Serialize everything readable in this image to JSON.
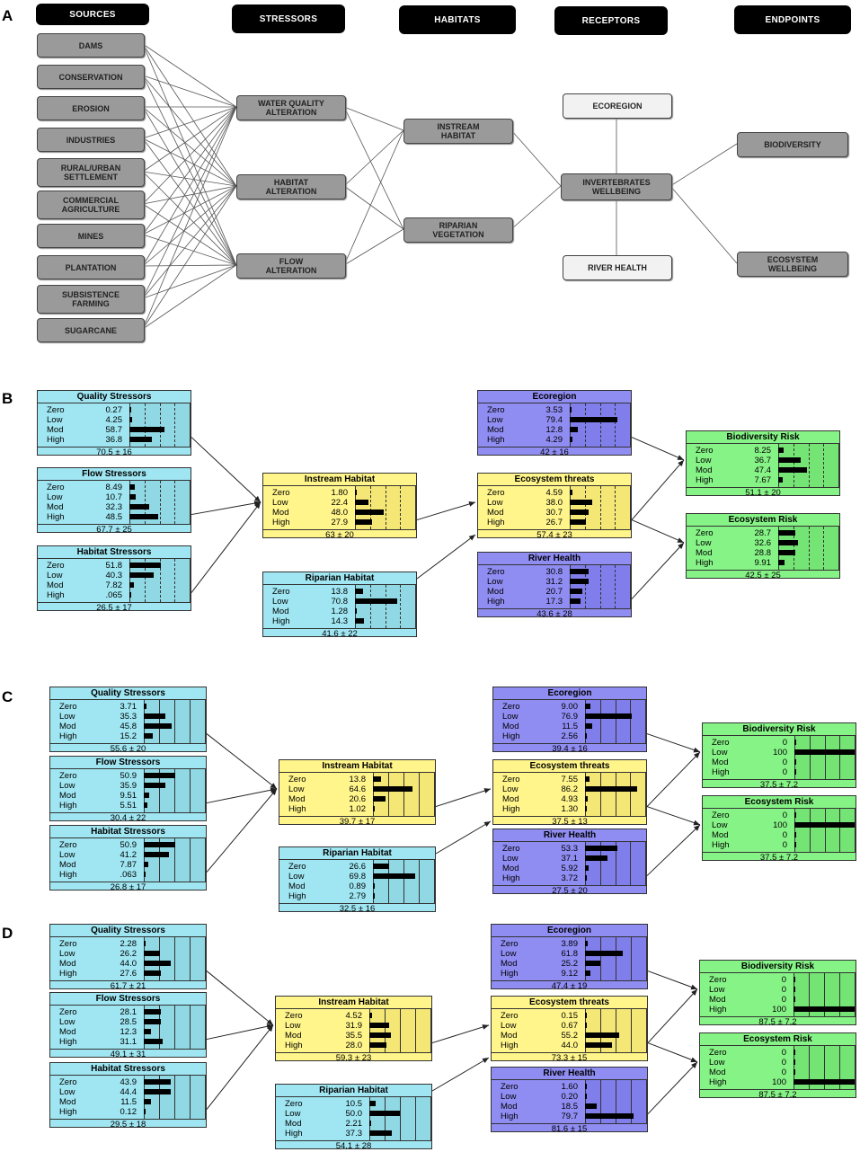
{
  "colors": {
    "cyan": "#9fe6f2",
    "yellow": "#fff58a",
    "purple": "#8f8cf2",
    "green": "#86f386",
    "cyan_shade": "#7ec7d1",
    "yellow_shade": "#e6d85a",
    "purple_shade": "#6f6ce0",
    "green_shade": "#5fd35f"
  },
  "panelA": {
    "letter": "A",
    "headers": {
      "sources": "SOURCES",
      "stressors": "STRESSORS",
      "habitats": "HABITATS",
      "receptors": "RECEPTORS",
      "endpoints": "ENDPOINTS"
    },
    "sources": [
      "DAMS",
      "CONSERVATION",
      "EROSION",
      "INDUSTRIES",
      "RURAL/URBAN SETTLEMENT",
      "COMMERCIAL AGRICULTURE",
      "MINES",
      "PLANTATION",
      "SUBSISTENCE FARMING",
      "SUGARCANE"
    ],
    "stressors": [
      "WATER QUALITY ALTERATION",
      "HABITAT ALTERATION",
      "FLOW ALTERATION"
    ],
    "habitats": [
      "INSTREAM HABITAT",
      "RIPARIAN VEGETATION"
    ],
    "receptors": [
      "ECOREGION",
      "INVERTEBRATES WELLBEING",
      "RIVER HEALTH"
    ],
    "endpoints": [
      "BIODIVERSITY",
      "ECOSYSTEM WELLBEING"
    ]
  },
  "states": [
    "Zero",
    "Low",
    "Mod",
    "High"
  ],
  "panels": [
    {
      "letter": "B",
      "nodes": [
        {
          "id": "qs",
          "title": "Quality Stressors",
          "vals": [
            "0.27",
            "4.25",
            "58.7",
            "36.8"
          ],
          "pct": [
            0.27,
            4.25,
            58.7,
            36.8
          ],
          "footer": "70.5 ± 16"
        },
        {
          "id": "fs",
          "title": "Flow Stressors",
          "vals": [
            "8.49",
            "10.7",
            "32.3",
            "48.5"
          ],
          "pct": [
            8.49,
            10.7,
            32.3,
            48.5
          ],
          "footer": "67.7 ± 25"
        },
        {
          "id": "hs",
          "title": "Habitat Stressors",
          "vals": [
            "51.8",
            "40.3",
            "7.82",
            ".065"
          ],
          "pct": [
            51.8,
            40.3,
            7.82,
            0.065
          ],
          "footer": "26.5 ± 17"
        },
        {
          "id": "ih",
          "title": "Instream Habitat",
          "vals": [
            "1.80",
            "22.4",
            "48.0",
            "27.9"
          ],
          "pct": [
            1.8,
            22.4,
            48.0,
            27.9
          ],
          "footer": "63 ± 20"
        },
        {
          "id": "rh",
          "title": "Riparian Habitat",
          "vals": [
            "13.8",
            "70.8",
            "1.28",
            "14.3"
          ],
          "pct": [
            13.8,
            70.8,
            1.28,
            14.3
          ],
          "footer": "41.6 ± 22"
        },
        {
          "id": "eco",
          "title": "Ecoregion",
          "vals": [
            "3.53",
            "79.4",
            "12.8",
            "4.29"
          ],
          "pct": [
            3.53,
            79.4,
            12.8,
            4.29
          ],
          "footer": "42 ± 16"
        },
        {
          "id": "et",
          "title": "Ecosystem threats",
          "vals": [
            "4.59",
            "38.0",
            "30.7",
            "26.7"
          ],
          "pct": [
            4.59,
            38.0,
            30.7,
            26.7
          ],
          "footer": "57.4 ± 23"
        },
        {
          "id": "rv",
          "title": "River Health",
          "vals": [
            "30.8",
            "31.2",
            "20.7",
            "17.3"
          ],
          "pct": [
            30.8,
            31.2,
            20.7,
            17.3
          ],
          "footer": "43.6 ± 28"
        },
        {
          "id": "br",
          "title": "Biodiversity Risk",
          "vals": [
            "8.25",
            "36.7",
            "47.4",
            "7.67"
          ],
          "pct": [
            8.25,
            36.7,
            47.4,
            7.67
          ],
          "footer": "51.1 ± 20"
        },
        {
          "id": "er",
          "title": "Ecosystem Risk",
          "vals": [
            "28.7",
            "32.6",
            "28.8",
            "9.91"
          ],
          "pct": [
            28.7,
            32.6,
            28.8,
            9.91
          ],
          "footer": "42.5 ± 25"
        }
      ]
    },
    {
      "letter": "C",
      "nodes": [
        {
          "id": "qs",
          "title": "Quality Stressors",
          "vals": [
            "3.71",
            "35.3",
            "45.8",
            "15.2"
          ],
          "pct": [
            3.71,
            35.3,
            45.8,
            15.2
          ],
          "footer": "55.6 ± 20"
        },
        {
          "id": "fs",
          "title": "Flow Stressors",
          "vals": [
            "50.9",
            "35.9",
            "9.51",
            "5.51"
          ],
          "pct": [
            50.9,
            35.9,
            9.51,
            5.51
          ],
          "footer": "30.4 ± 22"
        },
        {
          "id": "hs",
          "title": "Habitat Stressors",
          "vals": [
            "50.9",
            "41.2",
            "7.87",
            ".063"
          ],
          "pct": [
            50.9,
            41.2,
            7.87,
            0.063
          ],
          "footer": "26.8 ± 17"
        },
        {
          "id": "ih",
          "title": "Instream Habitat",
          "vals": [
            "13.8",
            "64.6",
            "20.6",
            "1.02"
          ],
          "pct": [
            13.8,
            64.6,
            20.6,
            1.02
          ],
          "footer": "39.7 ± 17"
        },
        {
          "id": "rh",
          "title": "Riparian Habitat",
          "vals": [
            "26.6",
            "69.8",
            "0.89",
            "2.79"
          ],
          "pct": [
            26.6,
            69.8,
            0.89,
            2.79
          ],
          "footer": "32.5 ± 16"
        },
        {
          "id": "eco",
          "title": "Ecoregion",
          "vals": [
            "9.00",
            "76.9",
            "11.5",
            "2.56"
          ],
          "pct": [
            9.0,
            76.9,
            11.5,
            2.56
          ],
          "footer": "39.4 ± 16"
        },
        {
          "id": "et",
          "title": "Ecosystem threats",
          "vals": [
            "7.55",
            "86.2",
            "4.93",
            "1.30"
          ],
          "pct": [
            7.55,
            86.2,
            4.93,
            1.3
          ],
          "footer": "37.5 ± 13"
        },
        {
          "id": "rv",
          "title": "River Health",
          "vals": [
            "53.3",
            "37.1",
            "5.92",
            "3.72"
          ],
          "pct": [
            53.3,
            37.1,
            5.92,
            3.72
          ],
          "footer": "27.5 ± 20"
        },
        {
          "id": "br",
          "title": "Biodiversity Risk",
          "vals": [
            "0",
            "100",
            "0",
            "0"
          ],
          "pct": [
            0,
            100,
            0,
            0
          ],
          "footer": "37.5 ± 7.2"
        },
        {
          "id": "er",
          "title": "Ecosystem Risk",
          "vals": [
            "0",
            "100",
            "0",
            "0"
          ],
          "pct": [
            0,
            100,
            0,
            0
          ],
          "footer": "37.5 ± 7.2"
        }
      ]
    },
    {
      "letter": "D",
      "nodes": [
        {
          "id": "qs",
          "title": "Quality Stressors",
          "vals": [
            "2.28",
            "26.2",
            "44.0",
            "27.6"
          ],
          "pct": [
            2.28,
            26.2,
            44.0,
            27.6
          ],
          "footer": "61.7 ± 21"
        },
        {
          "id": "fs",
          "title": "Flow Stressors",
          "vals": [
            "28.1",
            "28.5",
            "12.3",
            "31.1"
          ],
          "pct": [
            28.1,
            28.5,
            12.3,
            31.1
          ],
          "footer": "49.1 ± 31"
        },
        {
          "id": "hs",
          "title": "Habitat Stressors",
          "vals": [
            "43.9",
            "44.4",
            "11.5",
            "0.12"
          ],
          "pct": [
            43.9,
            44.4,
            11.5,
            0.12
          ],
          "footer": "29.5 ± 18"
        },
        {
          "id": "ih",
          "title": "Instream Habitat",
          "vals": [
            "4.52",
            "31.9",
            "35.5",
            "28.0"
          ],
          "pct": [
            4.52,
            31.9,
            35.5,
            28.0
          ],
          "footer": "59.3 ± 23"
        },
        {
          "id": "rh",
          "title": "Riparian Habitat",
          "vals": [
            "10.5",
            "50.0",
            "2.21",
            "37.3"
          ],
          "pct": [
            10.5,
            50.0,
            2.21,
            37.3
          ],
          "footer": "54.1 ± 28"
        },
        {
          "id": "eco",
          "title": "Ecoregion",
          "vals": [
            "3.89",
            "61.8",
            "25.2",
            "9.12"
          ],
          "pct": [
            3.89,
            61.8,
            25.2,
            9.12
          ],
          "footer": "47.4 ± 19"
        },
        {
          "id": "et",
          "title": "Ecosystem threats",
          "vals": [
            "0.15",
            "0.67",
            "55.2",
            "44.0"
          ],
          "pct": [
            0.15,
            0.67,
            55.2,
            44.0
          ],
          "footer": "73.3 ± 15"
        },
        {
          "id": "rv",
          "title": "River Health",
          "vals": [
            "1.60",
            "0.20",
            "18.5",
            "79.7"
          ],
          "pct": [
            1.6,
            0.2,
            18.5,
            79.7
          ],
          "footer": "81.6 ± 15"
        },
        {
          "id": "br",
          "title": "Biodiversity Risk",
          "vals": [
            "0",
            "0",
            "0",
            "100"
          ],
          "pct": [
            0,
            0,
            0,
            100
          ],
          "footer": "87.5 ± 7.2"
        },
        {
          "id": "er",
          "title": "Ecosystem Risk",
          "vals": [
            "0",
            "0",
            "0",
            "100"
          ],
          "pct": [
            0,
            0,
            0,
            100
          ],
          "footer": "87.5 ± 7.2"
        }
      ]
    }
  ]
}
